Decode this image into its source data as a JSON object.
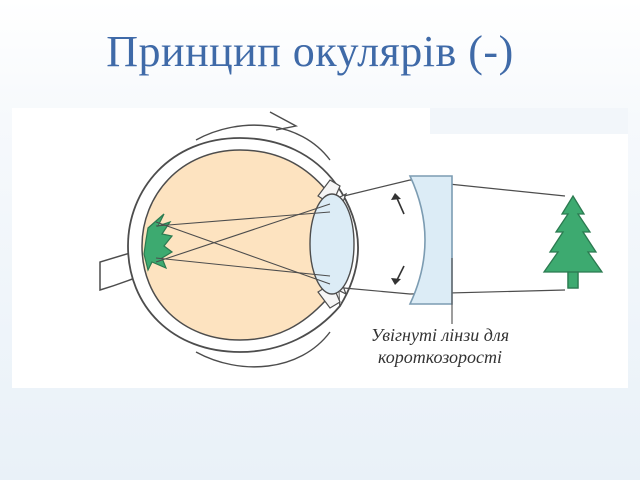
{
  "slide": {
    "title": "Принцип окулярів (-)"
  },
  "diagram": {
    "caption_line1": "Увігнуті лінзи для",
    "caption_line2": "короткозорості",
    "colors": {
      "eyeball_fill": "#fde3c0",
      "sclera_fill": "#ffffff",
      "outline": "#4d4d4d",
      "lens_fill": "#dcecf6",
      "lens_edge": "#9bb8cc",
      "tree_fill": "#3daa70",
      "tree_stroke": "#2b7a50"
    }
  }
}
